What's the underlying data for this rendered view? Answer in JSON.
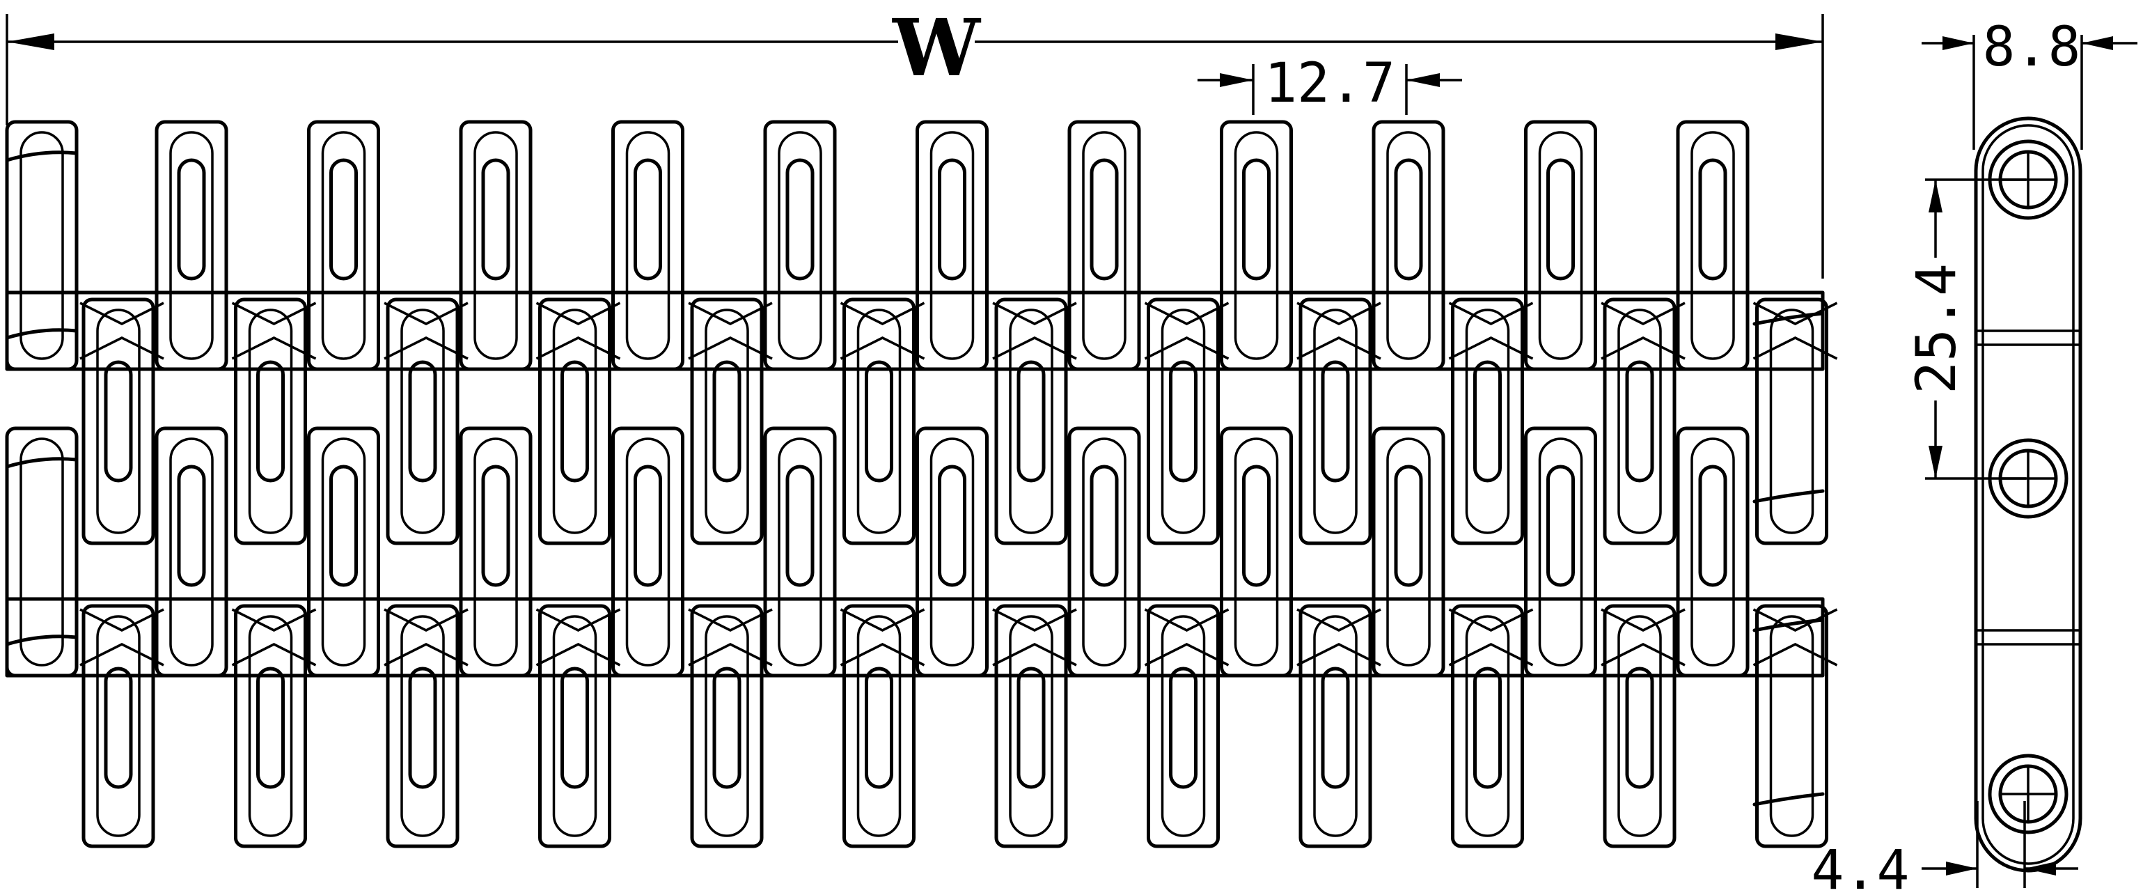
{
  "drawing": {
    "width_label": "W",
    "dimensions": {
      "pitch_half": "12.7",
      "pitch": "25.4",
      "thickness": "8.8",
      "hinge_offset": "4.4"
    }
  }
}
